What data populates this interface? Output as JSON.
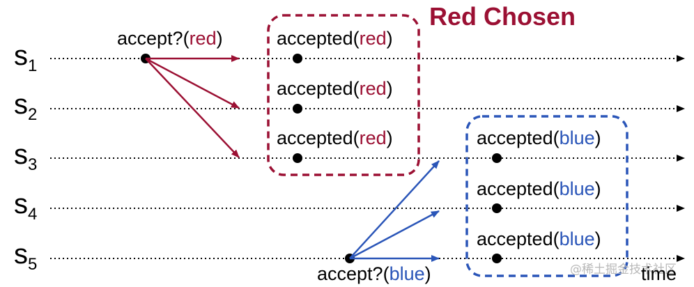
{
  "colors": {
    "red": "#9b1033",
    "blue": "#2a55b8",
    "line": "#000000",
    "watermark": "#b8b8b8"
  },
  "title": "Red Chosen",
  "servers": [
    {
      "label": "s",
      "sub": "1"
    },
    {
      "label": "s",
      "sub": "2"
    },
    {
      "label": "s",
      "sub": "3"
    },
    {
      "label": "s",
      "sub": "4"
    },
    {
      "label": "s",
      "sub": "5"
    }
  ],
  "time_label": "time",
  "proposals": [
    {
      "prefix": "accept?(",
      "value": "red",
      "suffix": ")",
      "color": "red"
    },
    {
      "prefix": "accept?(",
      "value": "blue",
      "suffix": ")",
      "color": "blue"
    }
  ],
  "accepted_red": [
    {
      "prefix": "accepted(",
      "value": "red",
      "suffix": ")"
    },
    {
      "prefix": "accepted(",
      "value": "red",
      "suffix": ")"
    },
    {
      "prefix": "accepted(",
      "value": "red",
      "suffix": ")"
    }
  ],
  "accepted_blue": [
    {
      "prefix": "accepted(",
      "value": "blue",
      "suffix": ")"
    },
    {
      "prefix": "accepted(",
      "value": "blue",
      "suffix": ")"
    },
    {
      "prefix": "accepted(",
      "value": "blue",
      "suffix": ")"
    }
  ],
  "watermark": "@稀土掘金技术社区"
}
